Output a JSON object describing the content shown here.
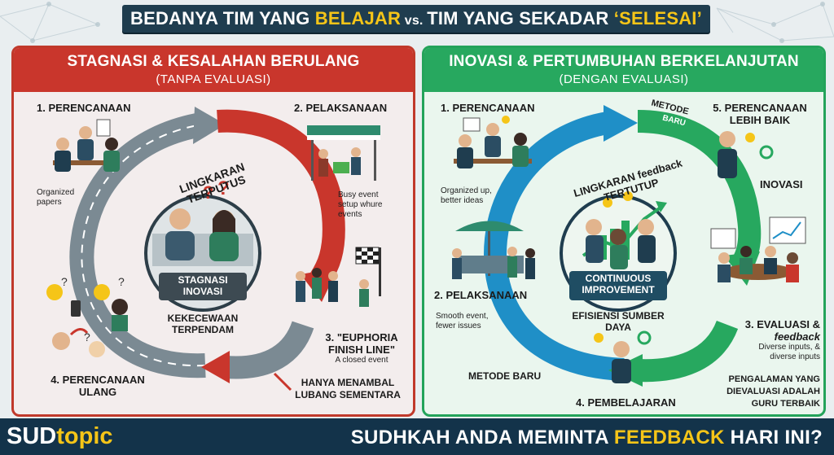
{
  "header": {
    "part1": "BEDANYA TIM YANG ",
    "belajar": "BELAJAR",
    "vs": " vs. ",
    "part2": "TIM YANG SEKADAR ",
    "selesai": "‘SELESAI’"
  },
  "left": {
    "title": "STAGNASI & KESALAHAN BERULANG",
    "subtitle": "(TANPA EVALUASI)",
    "step1": "1. PERENCANAAN",
    "step1_note": "Organized papers",
    "step2": "2. PELAKSANAAN",
    "step2_note": "Busy event setup whure events",
    "step3": "3. \"EUPHORIA FINISH LINE\"",
    "step3_note": "A closed event",
    "step4": "4. PERENCANAAN ULANG",
    "loop_label": "LINGKARAN TERPUTUS",
    "center_badge": "STAGNASI INOVASI",
    "center_caption": "KEKECEWAAN TERPENDAM",
    "patch_note": "HANYA MENAMBAL LUBANG SEMENTARA"
  },
  "right": {
    "title": "INOVASI & PERTUMBUHAN BERKELANJUTAN",
    "subtitle": "(DENGAN EVALUASI)",
    "step1": "1. PERENCANAAN",
    "step1_note": "Organized up, better ideas",
    "arrow_top": "METODE",
    "arrow_top2": "BARU",
    "step5": "5. PERENCANAAN LEBIH BAIK",
    "inovasi": "INOVASI",
    "loop_label": "LINGKARAN feedback TERTUTUP",
    "step2": "2. PELAKSANAAN",
    "step2_note": "Smooth event, fewer issues",
    "center_badge": "CONTINUOUS IMPROVEMENT",
    "center_caption": "EFISIENSI SUMBER DAYA",
    "step3a": "3. EVALUASI &",
    "step3b": "feedback",
    "step3_note": "Diverse inputs, & diverse inputs",
    "metode_baru": "METODE BARU",
    "step4": "4. PEMBELAJARAN",
    "lesson": "PENGALAMAN YANG DIEVALUASI ADALAH GURU TERBAIK"
  },
  "footer": {
    "logo_a": "SUD",
    "logo_b": "topic",
    "cta_a": "SUDHKAH ANDA MEMINTA ",
    "cta_hl": "FEEDBACK",
    "cta_b": " HARI INI?"
  },
  "colors": {
    "red": "#c9362c",
    "green": "#27a85f",
    "blue": "#1f8fc7",
    "gray": "#7b8a93",
    "navy": "#13334a",
    "yellow": "#f5c518"
  }
}
